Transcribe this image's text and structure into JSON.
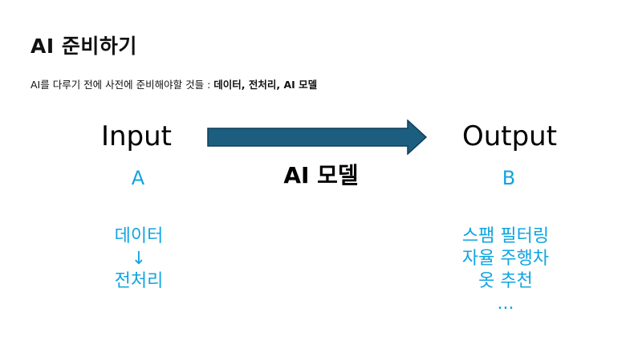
{
  "title": "AI 준비하기",
  "subtitle": {
    "prefix": "AI를 다루기 전에 사전에 준비해야할 것들 : ",
    "bold": "데이터, 전처리, AI 모델"
  },
  "diagram": {
    "input_label": "Input",
    "output_label": "Output",
    "input_letter": "A",
    "output_letter": "B",
    "model_label": "AI 모델",
    "arrow_color": "#1b5e80",
    "accent_color": "#10a4e0",
    "input_items": [
      "데이터",
      "↓",
      "전처리"
    ],
    "output_items": [
      "스팸 필터링",
      "자율 주행차",
      "옷 추천",
      "..."
    ]
  }
}
